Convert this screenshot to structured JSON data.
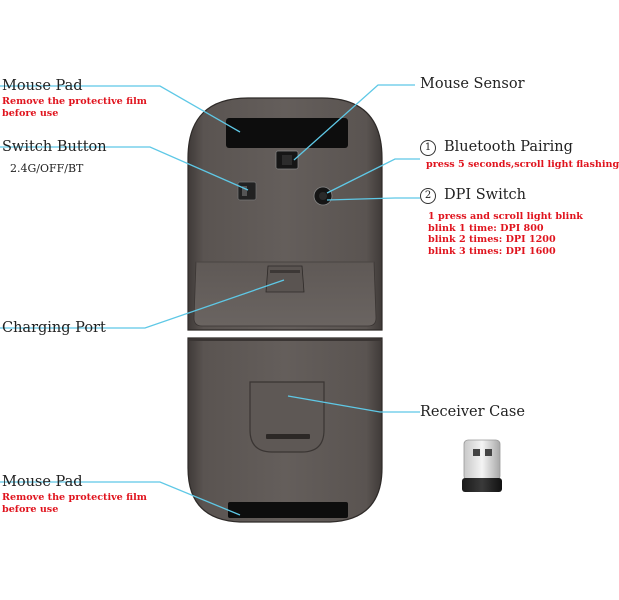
{
  "labels": {
    "mouse_pad_top": {
      "title": "Mouse Pad",
      "note_line1": "Remove the protective film",
      "note_line2": "before use"
    },
    "switch_button": {
      "title": "Switch Button",
      "sub": "2.4G/OFF/BT"
    },
    "charging_port": {
      "title": "Charging Port"
    },
    "mouse_pad_bottom": {
      "title": "Mouse Pad",
      "note_line1": "Remove the protective film",
      "note_line2": "before use"
    },
    "mouse_sensor": {
      "title": "Mouse Sensor"
    },
    "bluetooth_pairing": {
      "number": "1",
      "title": "Bluetooth Pairing",
      "note": "press 5 seconds,scroll light flashing"
    },
    "dpi_switch": {
      "number": "2",
      "title": "DPI Switch",
      "notes": [
        "1 press and scroll light blink",
        "blink 1 time: DPI 800",
        "blink 2 times: DPI 1200",
        "blink 3 times: DPI 1600"
      ]
    },
    "receiver_case": {
      "title": "Receiver Case"
    }
  },
  "colors": {
    "leader_line": "#5ec8e6",
    "note_text": "#e0141e",
    "mouse_body": "#5b5552",
    "pad": "#0d0d0d"
  },
  "icons": [
    "usb-receiver-icon"
  ]
}
